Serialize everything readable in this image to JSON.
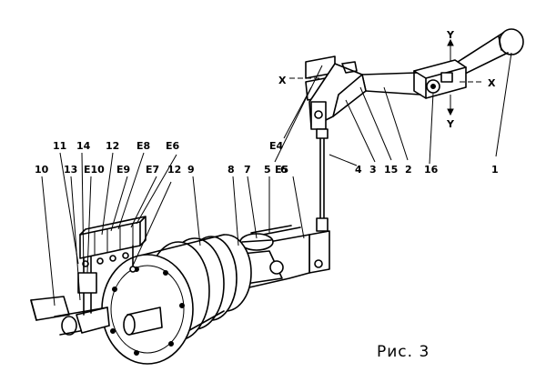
{
  "figure": {
    "caption": "Рис. 3"
  },
  "labels": {
    "l1": "1",
    "l2": "2",
    "l3": "3",
    "l4": "4",
    "l5": "5",
    "l6": "6",
    "l7": "7",
    "l8": "8",
    "l9": "9",
    "l10": "10",
    "l11": "11",
    "l12a": "12",
    "l12b": "12",
    "l13": "13",
    "l14": "14",
    "l15": "15",
    "l16": "16",
    "E4": "E4",
    "E5": "E5",
    "E6": "E6",
    "E7": "E7",
    "E8": "E8",
    "E9": "E9",
    "E10": "E10",
    "axisX1": "X",
    "axisX2": "X",
    "axisY1": "Y",
    "axisY2": "Y"
  }
}
